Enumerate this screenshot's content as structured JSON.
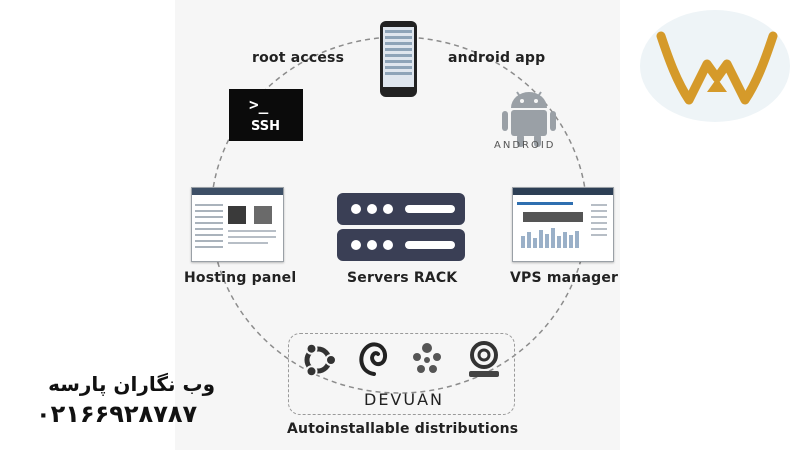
{
  "labels": {
    "root_access": "root access",
    "android_app": "android app",
    "ssh_prompt": ">_",
    "ssh_text": "SSH",
    "android_wordmark": "ANDROID",
    "hosting_panel": "Hosting panel",
    "servers_rack": "Servers RACK",
    "vps_manager": "VPS manager",
    "autoinstall": "Autoinstallable distributions",
    "devuan": "DEVUAN"
  },
  "brand": {
    "name": "وب نگاران پارسه",
    "phone": "۰۲۱۶۶۹۲۸۷۸۷"
  },
  "colors": {
    "accent_gold": "#d59a2a",
    "rack": "#3a3f55",
    "android_gray": "#9aa0a6"
  }
}
